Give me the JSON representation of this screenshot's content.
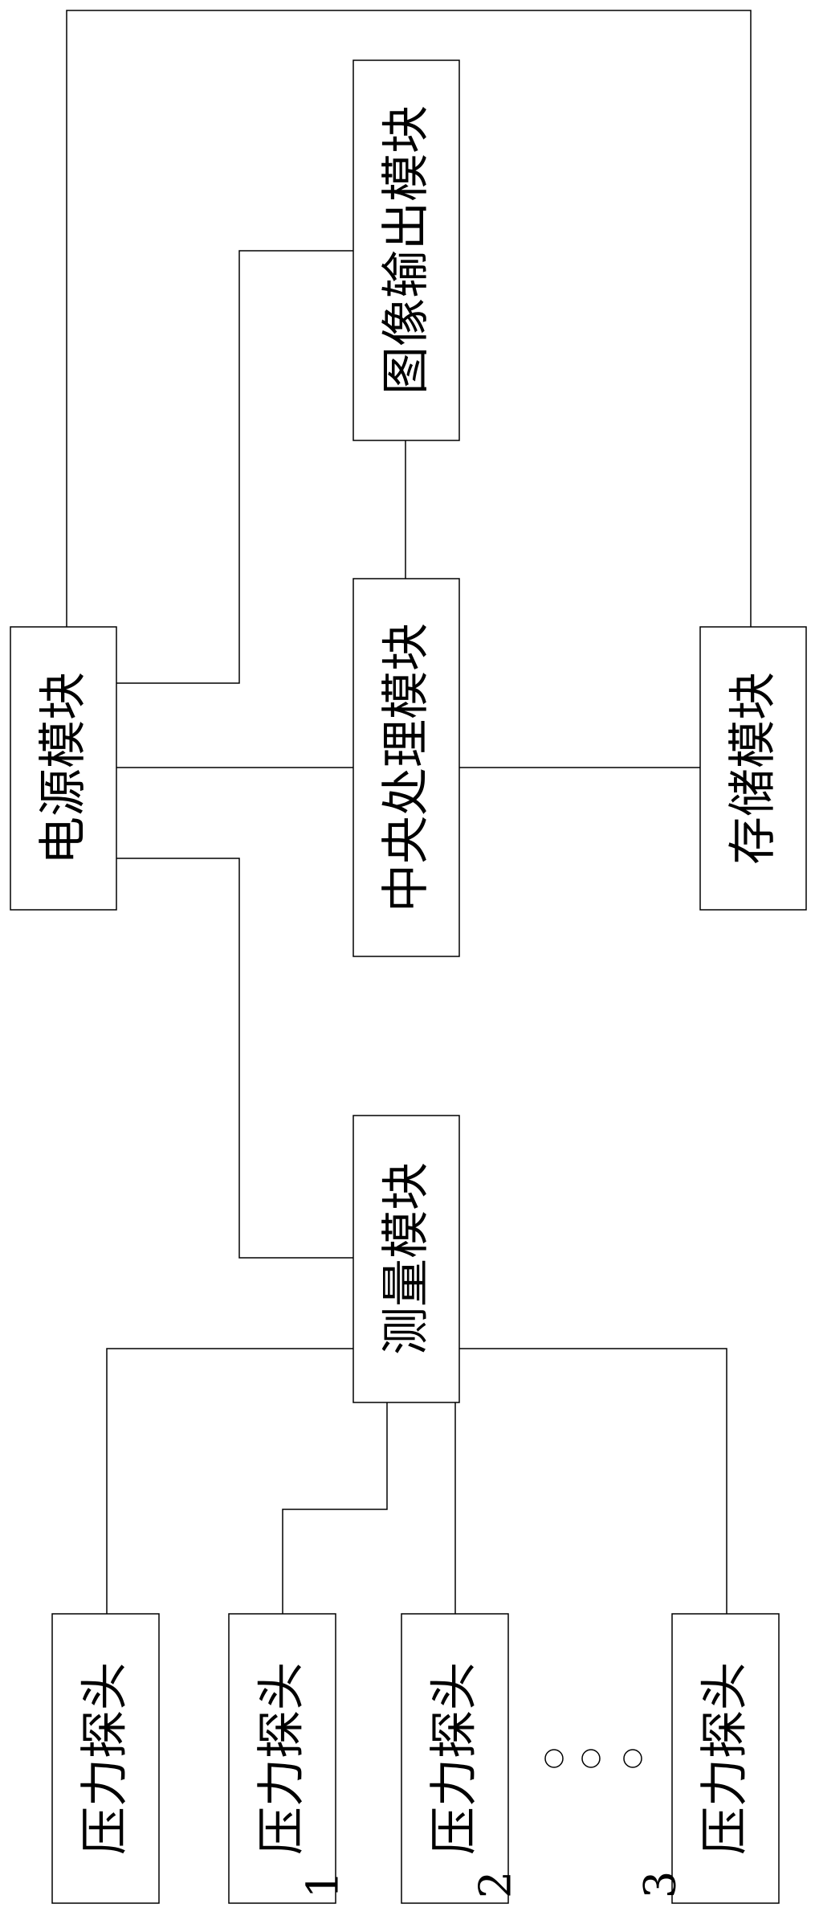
{
  "modules": {
    "power": "电源模块",
    "cpu": "中央处理模块",
    "image_output": "图像输出模块",
    "storage": "存储模块",
    "measurement": "测量模块"
  },
  "probes": [
    {
      "label": "压力探头",
      "index": ""
    },
    {
      "label": "压力探头",
      "index": "1"
    },
    {
      "label": "压力探头",
      "index": "2"
    },
    {
      "label": "压力探头",
      "index": "3"
    }
  ],
  "colors": {
    "stroke": "#000000",
    "background": "#ffffff"
  }
}
